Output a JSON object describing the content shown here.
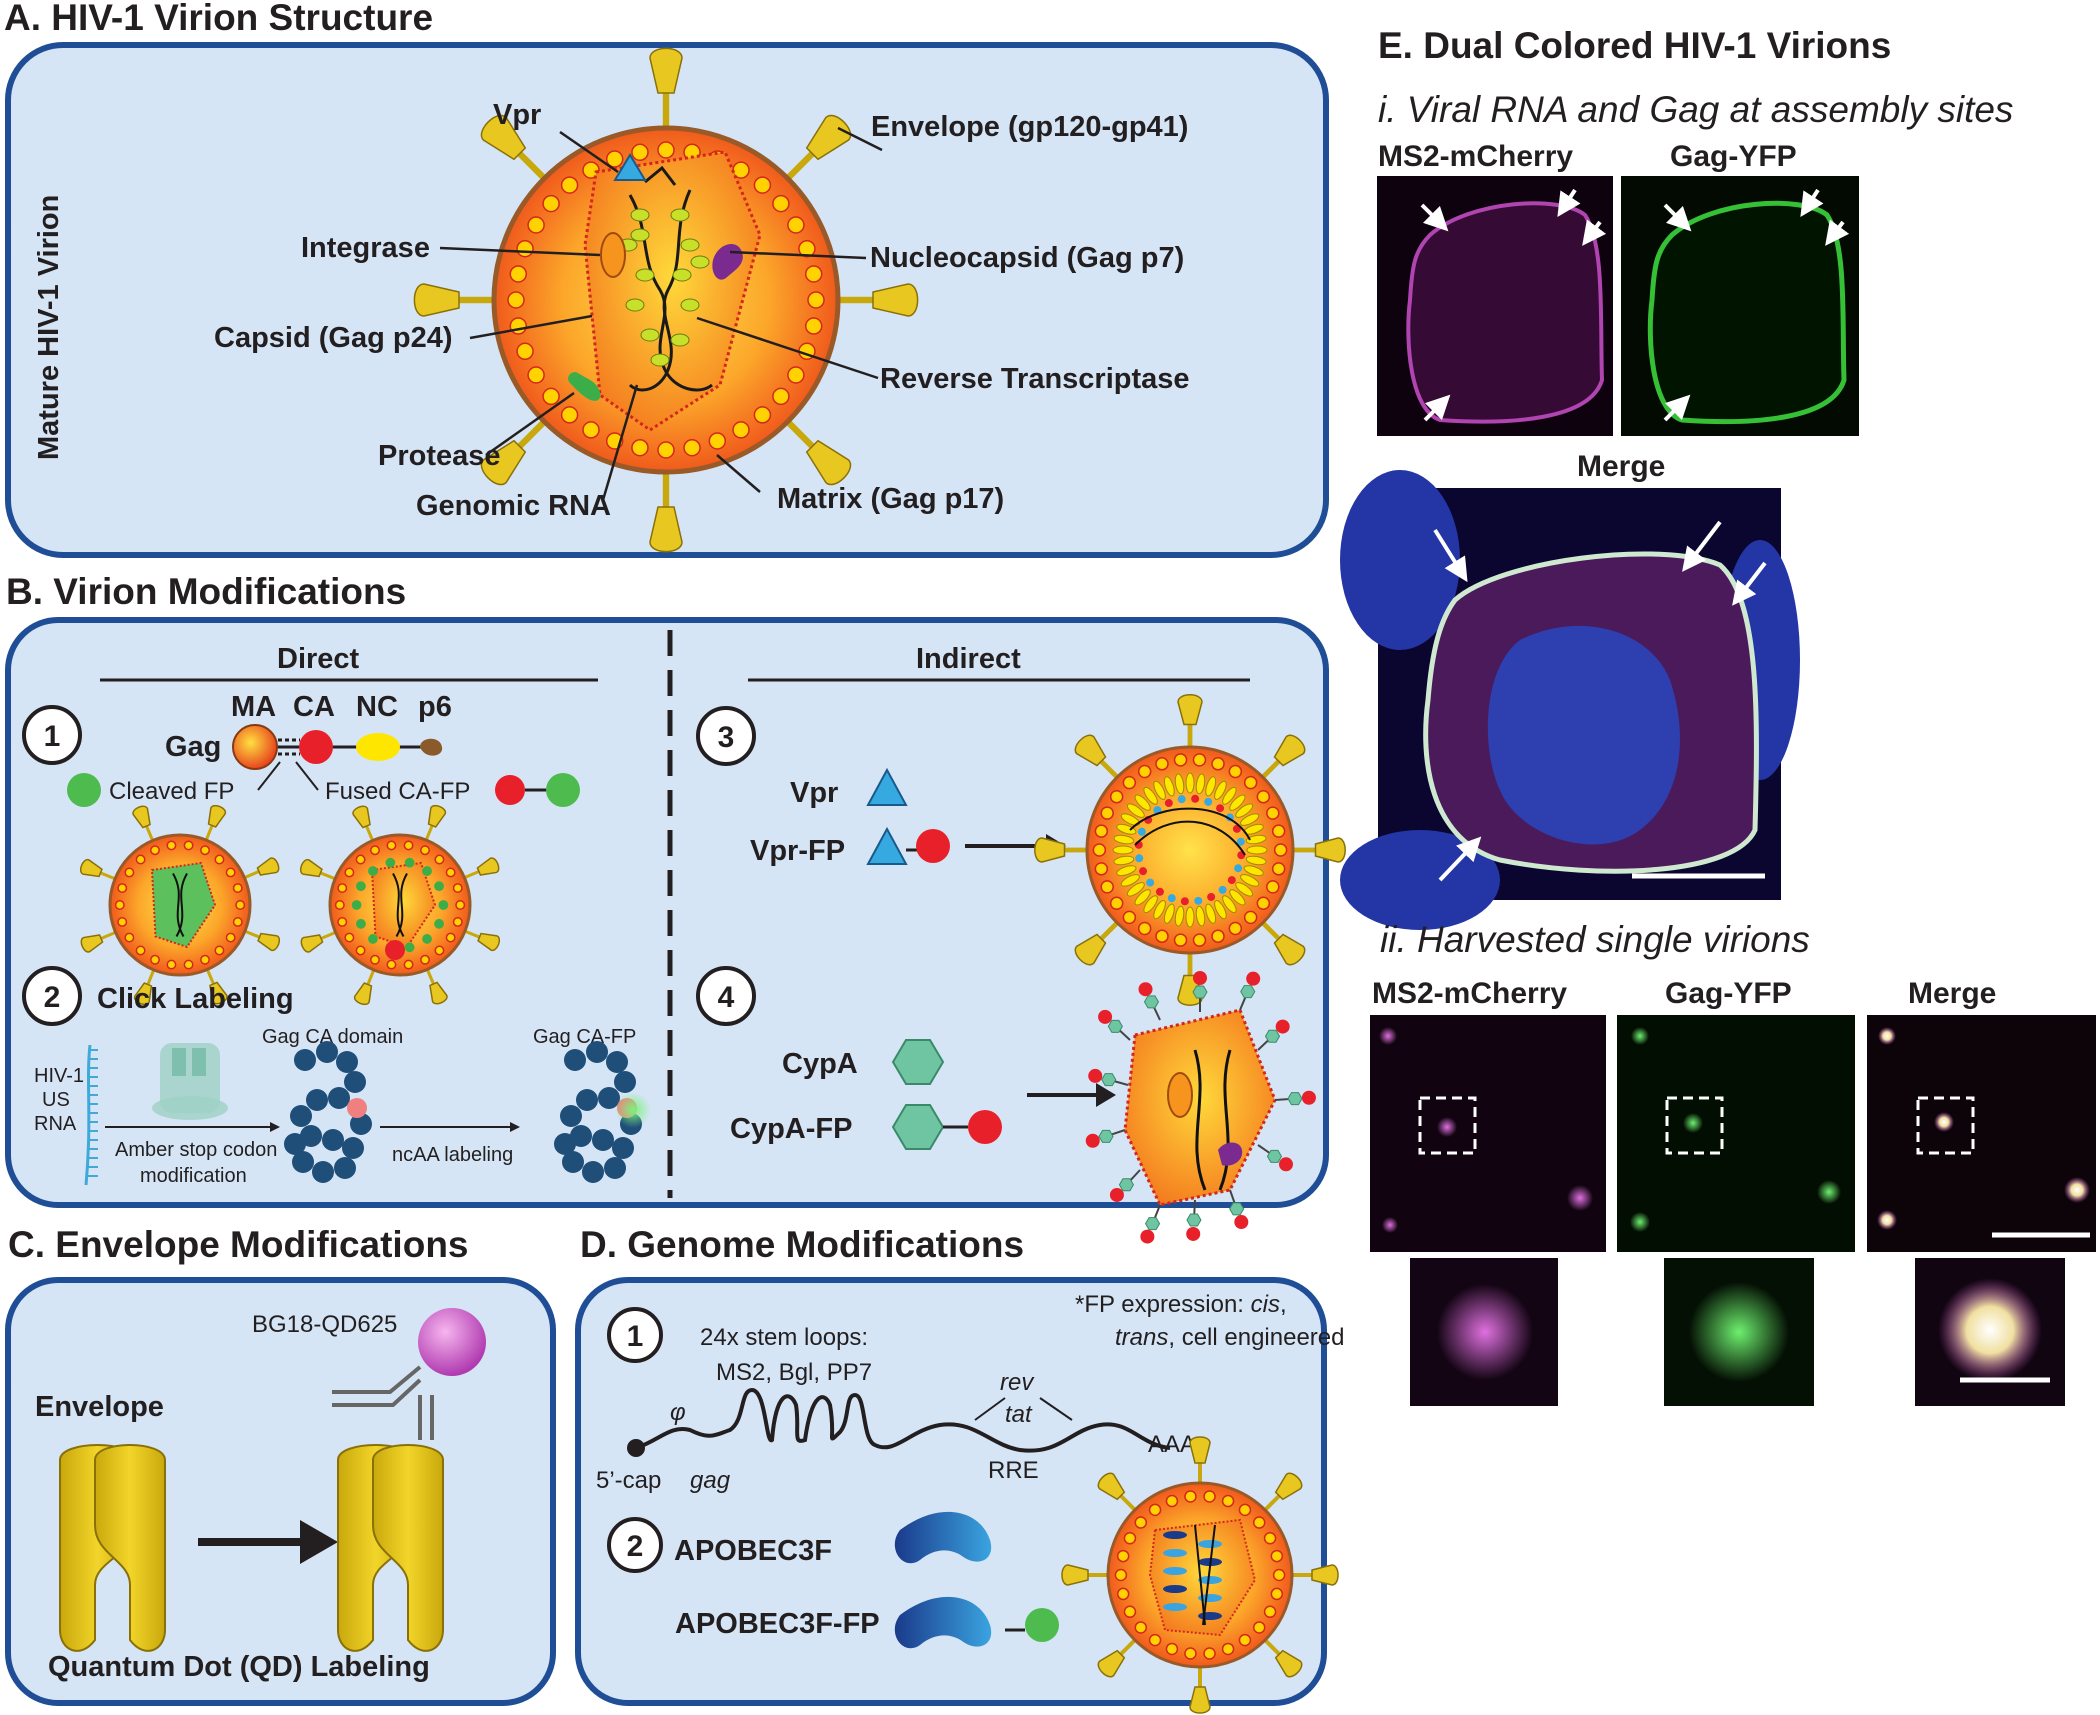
{
  "panelA": {
    "title": "A. HIV-1 Virion Structure",
    "side_label": "Mature HIV-1 Virion",
    "labels": {
      "vpr": "Vpr",
      "envelope": "Envelope (gp120-gp41)",
      "integrase": "Integrase",
      "nucleocapsid": "Nucleocapsid (Gag p7)",
      "capsid": "Capsid (Gag p24)",
      "rt": "Reverse Transcriptase",
      "protease": "Protease",
      "genomic_rna": "Genomic RNA",
      "matrix": "Matrix (Gag p17)"
    }
  },
  "panelB": {
    "title": "B. Virion Modifications",
    "direct": "Direct",
    "indirect": "Indirect",
    "step1": {
      "num": "1",
      "gag": "Gag",
      "ma": "MA",
      "ca": "CA",
      "nc": "NC",
      "p6": "p6",
      "cleaved": "Cleaved FP",
      "fused": "Fused CA-FP"
    },
    "step2": {
      "num": "2",
      "title": "Click Labeling",
      "gag_ca_domain": "Gag CA domain",
      "gag_ca_fp": "Gag CA-FP",
      "hiv_line1": "HIV-1",
      "hiv_line2": "US",
      "hiv_line3": "RNA",
      "amber_line1": "Amber stop codon",
      "amber_line2": "modification",
      "ncaa": "ncAA labeling"
    },
    "step3": {
      "num": "3",
      "vpr": "Vpr",
      "vpr_fp": "Vpr-FP"
    },
    "step4": {
      "num": "4",
      "cypa": "CypA",
      "cypa_fp": "CypA-FP"
    }
  },
  "panelC": {
    "title": "C. Envelope Modifications",
    "bg18": "BG18-QD625",
    "envelope": "Envelope",
    "qd_label": "Quantum Dot (QD) Labeling"
  },
  "panelD": {
    "title": "D. Genome Modifications",
    "step1_num": "1",
    "step2_num": "2",
    "stem_line1": "24x stem loops:",
    "stem_line2": "MS2, Bgl, PP7",
    "fp_line1_a": "*FP expression: ",
    "fp_line1_b": "cis",
    "fp_line1_c": ",",
    "fp_line2_a": "trans",
    "fp_line2_b": ", cell engineered",
    "phi": "φ",
    "rev": "rev",
    "tat": "tat",
    "rre": "RRE",
    "aaa": "AAA",
    "cap": "5’-cap",
    "gag": "gag",
    "apobec": "APOBEC3F",
    "apobec_fp": "APOBEC3F-FP"
  },
  "panelE": {
    "title": "E. Dual Colored HIV-1 Virions",
    "sub_i": "i. Viral RNA and Gag at assembly sites",
    "ms2": "MS2-mCherry",
    "gag_yfp": "Gag-YFP",
    "merge": "Merge",
    "sub_ii": "ii. Harvested single virions",
    "ms2_b": "MS2-mCherry",
    "gag_yfp_b": "Gag-YFP",
    "merge_b": "Merge"
  },
  "colors": {
    "panel_fill": "#d5e5f5",
    "panel_border": "#1f4e96",
    "virion_orange": "#f47b20",
    "virion_yellow": "#ffd200",
    "envelope_yellow": "#e2c31b",
    "magenta": "#d63fd6",
    "green": "#35d235",
    "nucleus_blue": "#2a3fa8"
  }
}
